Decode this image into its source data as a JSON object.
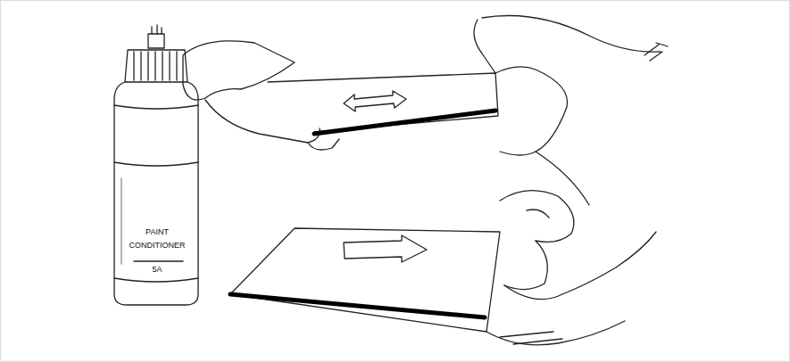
{
  "diagram": {
    "labels": [
      "PAINT",
      "CONDITIONER",
      "5A"
    ]
  }
}
